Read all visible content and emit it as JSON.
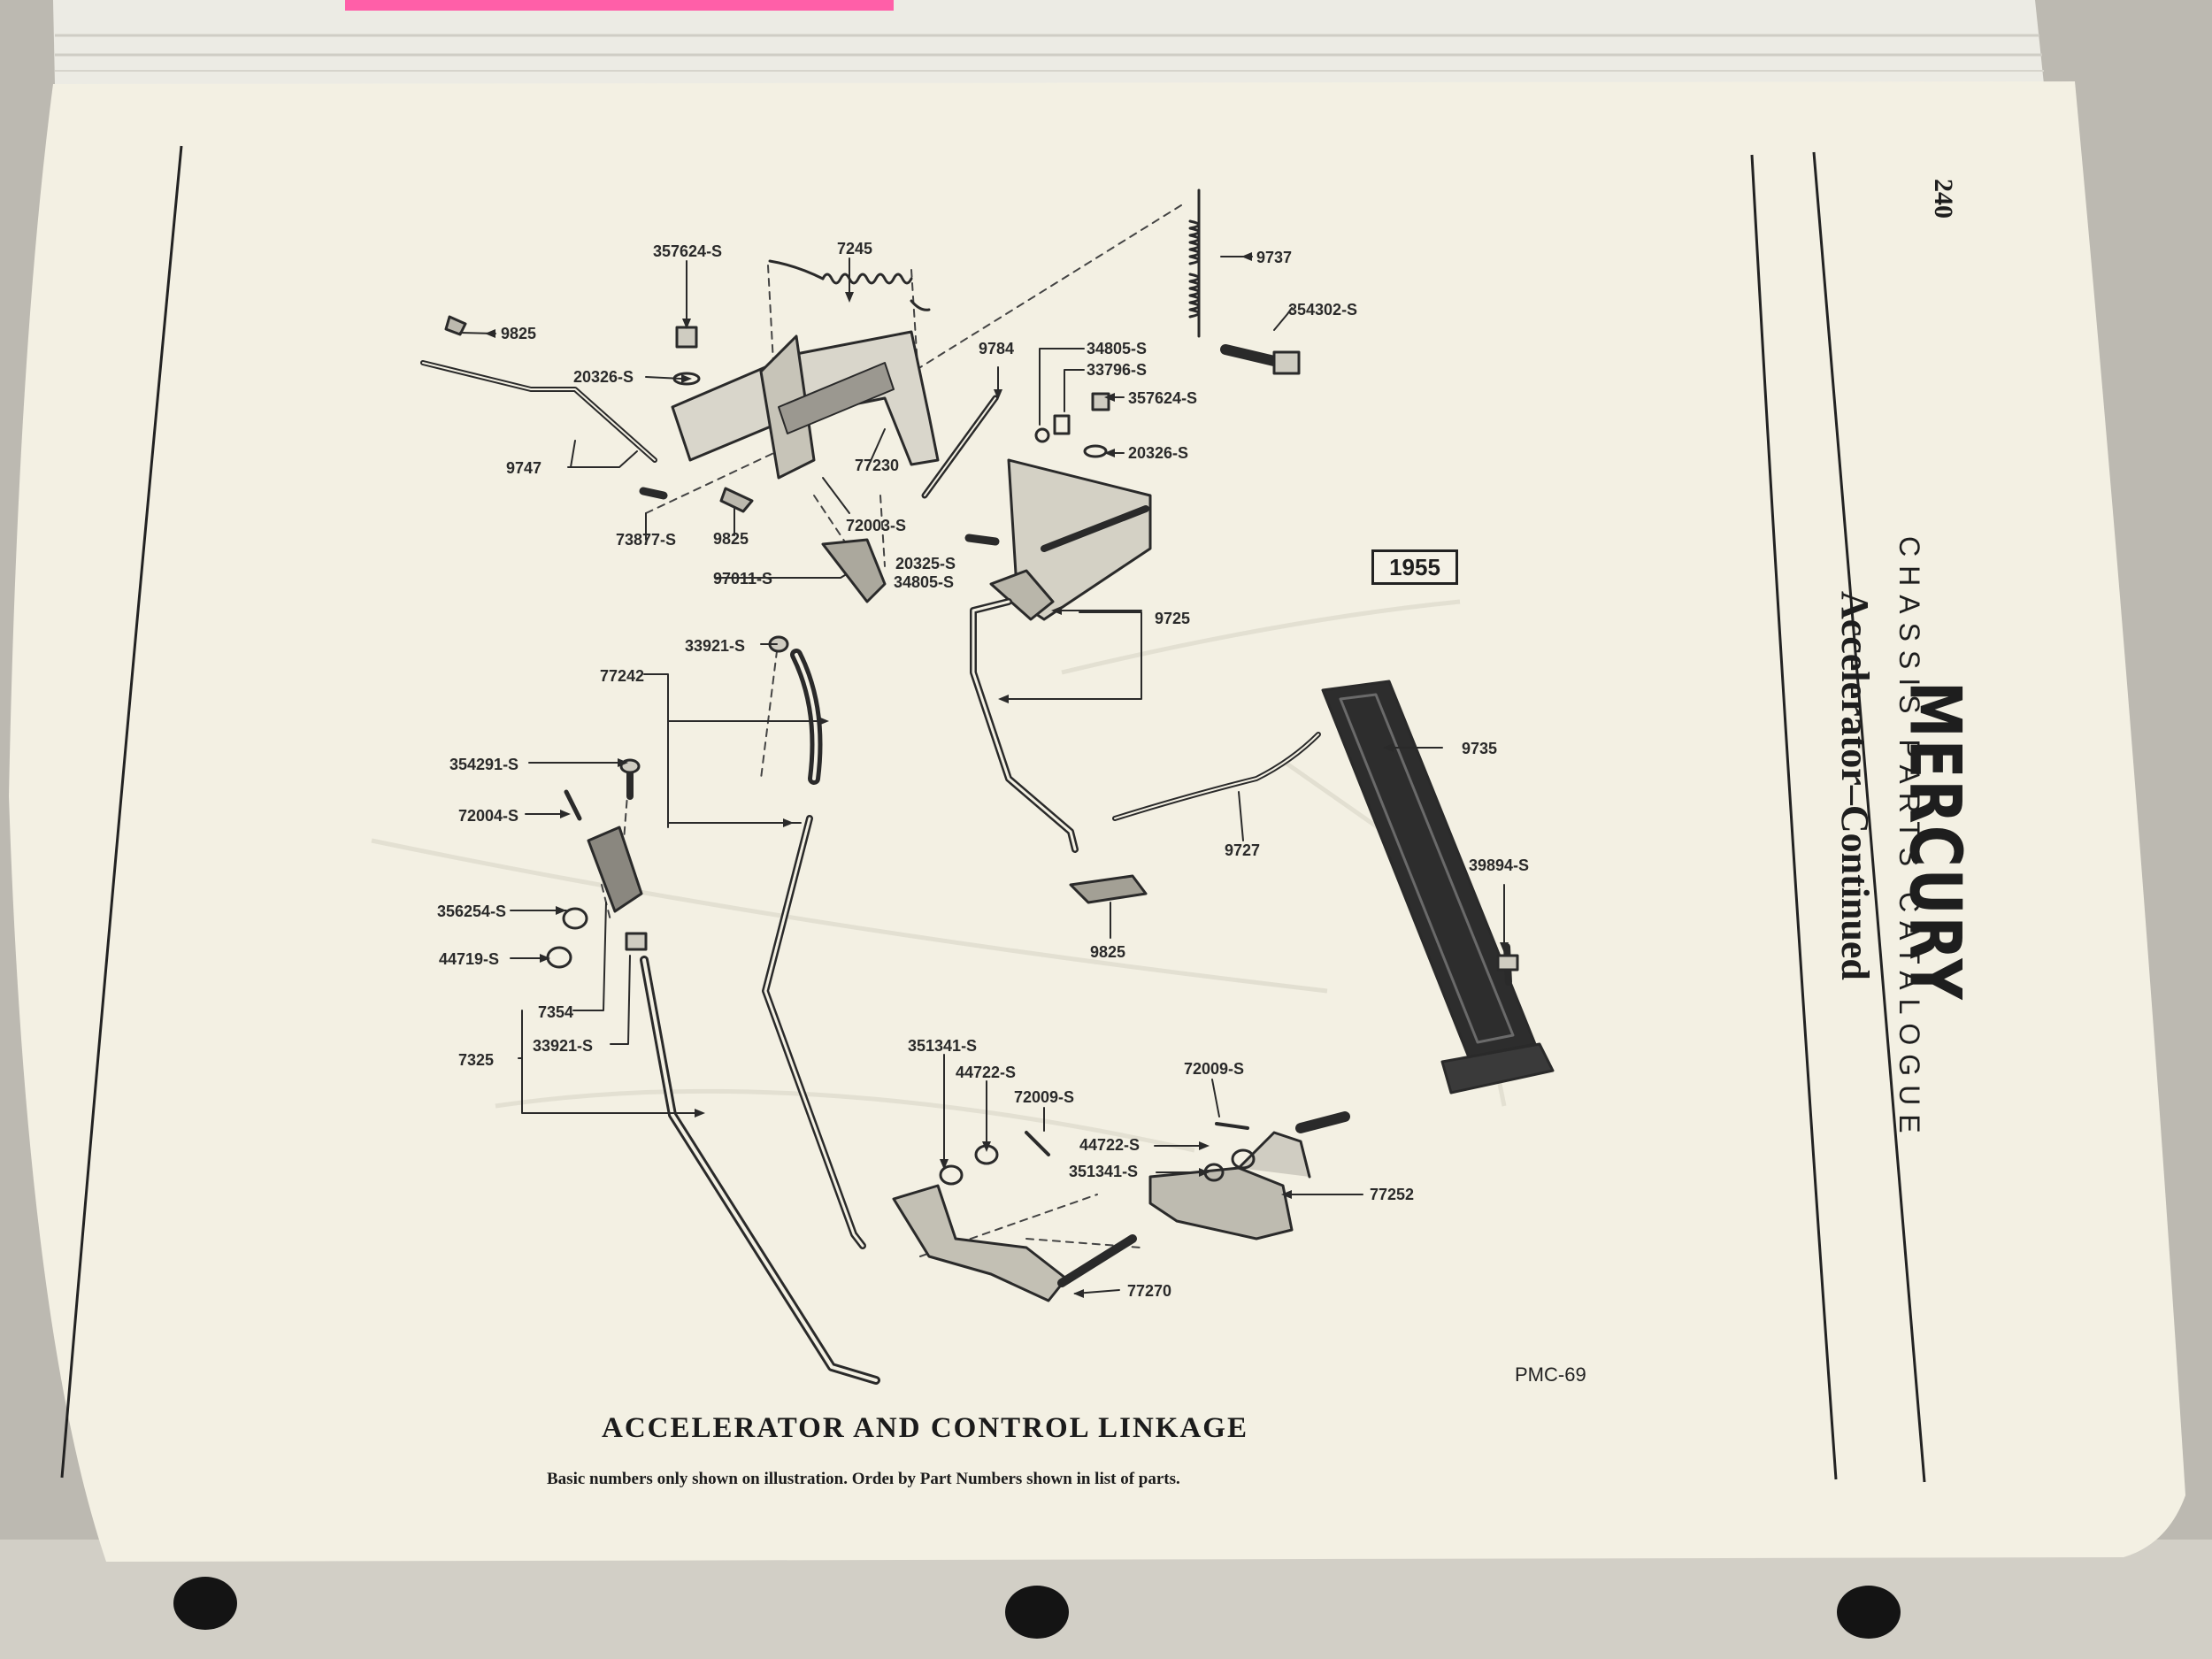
{
  "page": {
    "page_number": "240",
    "brand_logo": "MERCURY",
    "catalogue_title": "CHASSIS PARTS CATALOGUE",
    "section_title": "Accelerator–Continued",
    "year_badge": "1955",
    "figure_code": "PMC-69",
    "figure_title": "ACCELERATOR AND CONTROL LINKAGE",
    "footnote": "Basic numbers only shown on illustration.  Ordeı by Part Numbers shown in list of parts."
  },
  "callouts": [
    "357624-S",
    "7245",
    "9825",
    "20326-S",
    "9747",
    "73877-S",
    "9825",
    "72003-S",
    "77230",
    "9784",
    "34805-S",
    "33796-S",
    "357624-S",
    "20326-S",
    "9737",
    "354302-S",
    "97011-S",
    "20325-S",
    "34805-S",
    "9725",
    "33921-S",
    "77242",
    "354291-S",
    "72004-S",
    "356254-S",
    "44719-S",
    "7354",
    "7325",
    "33921-S",
    "9735",
    "9727",
    "9825",
    "39894-S",
    "351341-S",
    "44722-S",
    "72009-S",
    "72009-S",
    "44722-S",
    "351341-S",
    "77252",
    "77270"
  ]
}
